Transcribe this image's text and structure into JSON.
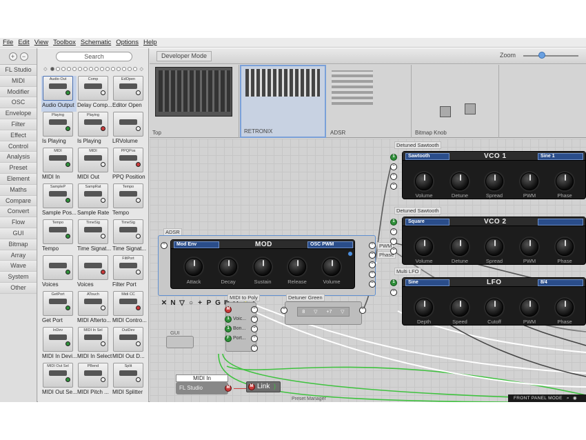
{
  "menu": [
    "File",
    "Edit",
    "View",
    "Toolbox",
    "Schematic",
    "Options",
    "Help"
  ],
  "categories": [
    "FL Studio",
    "MIDI",
    "Modifier",
    "OSC",
    "Envelope",
    "Filter",
    "Effect",
    "Control",
    "Analysis",
    "Preset",
    "Element",
    "Maths",
    "Compare",
    "Convert",
    "Flow",
    "GUI",
    "Bitmap",
    "Array",
    "Wave",
    "System",
    "Other"
  ],
  "search_placeholder": "Search",
  "tiles": [
    {
      "label": "Audio Output",
      "thumb": "Audio Out",
      "selected": true
    },
    {
      "label": "Delay Comp...",
      "thumb": "Comp"
    },
    {
      "label": "Editor Open",
      "thumb": "EdOpen"
    },
    {
      "label": "Is Playing",
      "thumb": "Playing"
    },
    {
      "label": "Is Playing",
      "thumb": "Playing"
    },
    {
      "label": "LRVolume",
      "thumb": ""
    },
    {
      "label": "MIDI In",
      "thumb": "MIDI"
    },
    {
      "label": "MIDI Out",
      "thumb": "MIDI"
    },
    {
      "label": "PPQ Position",
      "thumb": "PPQPos"
    },
    {
      "label": "Sample Pos...",
      "thumb": "SampleP"
    },
    {
      "label": "Sample Rate",
      "thumb": "SampRat"
    },
    {
      "label": "Tempo",
      "thumb": "Tempo"
    },
    {
      "label": "Tempo",
      "thumb": "Tempo"
    },
    {
      "label": "Time Signat...",
      "thumb": "TimeSig"
    },
    {
      "label": "Time Signat...",
      "thumb": "TimeSig"
    },
    {
      "label": "Voices",
      "thumb": ""
    },
    {
      "label": "Voices",
      "thumb": ""
    },
    {
      "label": "Filter Port",
      "thumb": "FiltPort"
    },
    {
      "label": "Get Port",
      "thumb": "GetPort"
    },
    {
      "label": "MIDI Afterto...",
      "thumb": "ATouch"
    },
    {
      "label": "MIDI Contro...",
      "thumb": "Midi CC"
    },
    {
      "label": "MIDI In Devi...",
      "thumb": "InDev"
    },
    {
      "label": "MIDI In Select",
      "thumb": "MIDI In Sel"
    },
    {
      "label": "MIDI Out D...",
      "thumb": "OutDev"
    },
    {
      "label": "MIDI Out Se...",
      "thumb": "MIDI Out Sel"
    },
    {
      "label": "MIDI Pitch ...",
      "thumb": "PBend"
    },
    {
      "label": "MIDI Splitter",
      "thumb": "Split"
    }
  ],
  "developer_mode": "Developer Mode",
  "zoom_label": "Zoom",
  "zoom_level": 0.34,
  "thumbnails": [
    {
      "label": "Top"
    },
    {
      "label": "RETRONIX"
    },
    {
      "label": "ADSR"
    },
    {
      "label": "Bitmap Knob"
    }
  ],
  "adsr": {
    "group_label": "ADSR",
    "title": "MOD",
    "left_select": "Mod Env",
    "right_select": "OSC PWM",
    "knobs": [
      "Attack",
      "Decay",
      "Sustain",
      "Release",
      "Volume"
    ]
  },
  "vco1": {
    "group_label": "Detuned Sawtooth",
    "title": "VCO 1",
    "left_select": "Sawtooth",
    "right_select": "Sine 1",
    "knobs": [
      "Volume",
      "Detune",
      "Spread",
      "PWM",
      "Phase"
    ]
  },
  "vco2": {
    "group_label": "Detuned Sawtooth",
    "title": "VCO 2",
    "left_select": "Square",
    "knobs": [
      "Volume",
      "Detune",
      "Spread",
      "PWM",
      "Phase"
    ]
  },
  "lfo": {
    "group_label": "Multi LFO",
    "title": "LFO",
    "left_select": "Sine",
    "right_select": "8/4",
    "knobs": [
      "Depth",
      "Speed",
      "Cutoff",
      "PWM",
      "Phase"
    ]
  },
  "labels": {
    "pwm": "PWM",
    "phase": "Phase",
    "midi_to_poly": "MIDI to Poly",
    "detuner_green": "Detuner Green",
    "gui": "GUI",
    "midi_in": "MIDI In",
    "fl_studio": "FL Studio",
    "link": "Link",
    "preset_manager": "Preset Manager",
    "front_panel_mode": "FRONT PANEL MODE"
  },
  "midi_to_poly_ports": [
    "Voic...",
    "Bon...",
    "Port..."
  ],
  "detuner_values": [
    "8",
    "+7"
  ],
  "toolbar_icons": [
    "✕",
    "N",
    "▽",
    "○",
    "+",
    "P",
    "G",
    "⧉",
    "⊖",
    "🔒",
    "⌕"
  ],
  "colors": {
    "accent": "#2a4d8a",
    "wire_green": "#3ec23e",
    "module_bg": "#1c1c1c"
  }
}
